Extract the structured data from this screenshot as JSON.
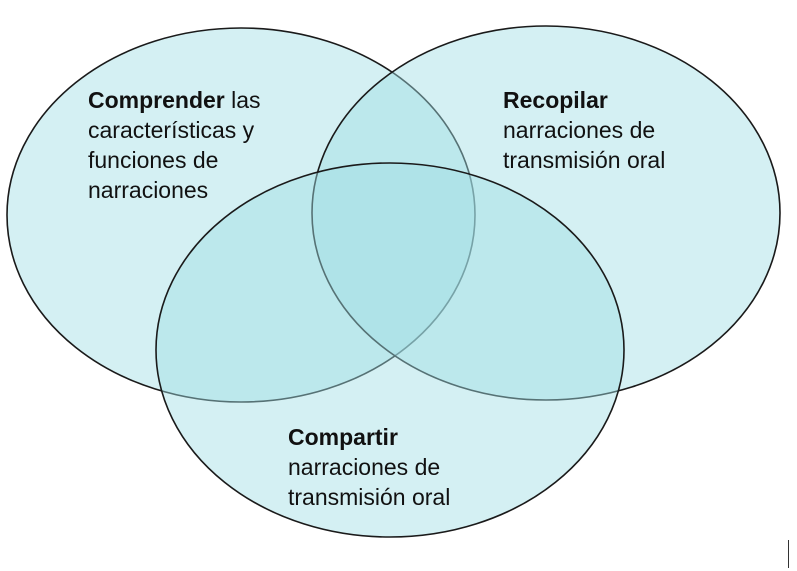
{
  "colors": {
    "circle_fill": "#9fdde4",
    "circle_stroke": "#1a1a1a"
  },
  "sets": {
    "left": {
      "bold": "Comprender",
      "rest": " las",
      "lines": [
        "características y",
        "funciones de",
        "narraciones"
      ]
    },
    "right": {
      "bold": "Recopilar",
      "lines": [
        "narraciones de",
        "transmisión oral"
      ]
    },
    "bottom": {
      "bold": "Compartir",
      "lines": [
        "narraciones de",
        "transmisión oral"
      ]
    }
  }
}
